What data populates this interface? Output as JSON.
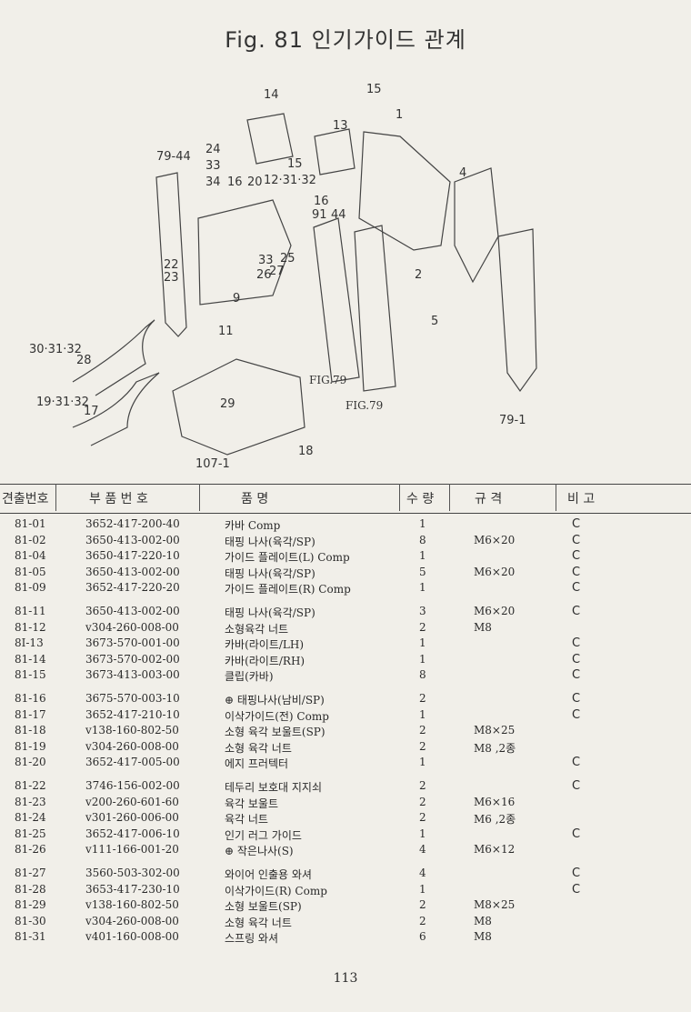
{
  "page": {
    "title": "Fig. 81  인기가이드 관계",
    "page_number": "113"
  },
  "diagram": {
    "callouts": [
      "14",
      "15",
      "13",
      "1",
      "79-44",
      "24",
      "33",
      "15",
      "16",
      "34",
      "20",
      "12·31·32",
      "16",
      "91",
      "44",
      "4",
      "22",
      "23",
      "33",
      "25",
      "26",
      "27",
      "2",
      "9",
      "5",
      "11",
      "30·31·32",
      "28",
      "19·31·32",
      "17",
      "29",
      "18",
      "107-1",
      "79-1"
    ],
    "figure_refs": [
      "FIG.79",
      "FIG.79"
    ]
  },
  "table": {
    "headers": {
      "no": "견출번호",
      "part": "부 품 번 호",
      "name": "품 명",
      "qty": "수 량",
      "spec": "규 격",
      "note": "비 고"
    },
    "rows": [
      {
        "no": "81-01",
        "part": "3652-417-200-40",
        "name": "카바 Comp",
        "qty": "1",
        "spec": "",
        "note": "C"
      },
      {
        "no": "81-02",
        "part": "3650-413-002-00",
        "name": "태핑 나사(육각/SP)",
        "qty": "8",
        "spec": "M6×20",
        "note": "C"
      },
      {
        "no": "81-04",
        "part": "3650-417-220-10",
        "name": "가이드 플레이트(L) Comp",
        "qty": "1",
        "spec": "",
        "note": "C"
      },
      {
        "no": "81-05",
        "part": "3650-413-002-00",
        "name": "태핑 나사(육각/SP)",
        "qty": "5",
        "spec": "M6×20",
        "note": "C"
      },
      {
        "no": "81-09",
        "part": "3652-417-220-20",
        "name": "가이드 플레이트(R) Comp",
        "qty": "1",
        "spec": "",
        "note": "C"
      },
      {
        "no": "81-11",
        "part": "3650-413-002-00",
        "name": "태핑 나사(육각/SP)",
        "qty": "3",
        "spec": "M6×20",
        "note": "C"
      },
      {
        "no": "81-12",
        "part": "v304-260-008-00",
        "name": "소형육각 너트",
        "qty": "2",
        "spec": "M8",
        "note": ""
      },
      {
        "no": "8I-13",
        "part": "3673-570-001-00",
        "name": "카바(라이트/LH)",
        "qty": "1",
        "spec": "",
        "note": "C"
      },
      {
        "no": "81-14",
        "part": "3673-570-002-00",
        "name": "카바(라이트/RH)",
        "qty": "1",
        "spec": "",
        "note": "C"
      },
      {
        "no": "81-15",
        "part": "3673-413-003-00",
        "name": "클립(카바)",
        "qty": "8",
        "spec": "",
        "note": "C"
      },
      {
        "no": "81-16",
        "part": "3675-570-003-10",
        "name": "⊕ 태핑나사(남비/SP)",
        "qty": "2",
        "spec": "",
        "note": "C"
      },
      {
        "no": "81-17",
        "part": "3652-417-210-10",
        "name": "이삭가이드(전) Comp",
        "qty": "1",
        "spec": "",
        "note": "C"
      },
      {
        "no": "81-18",
        "part": "v138-160-802-50",
        "name": "소형 육각 보울트(SP)",
        "qty": "2",
        "spec": "M8×25",
        "note": ""
      },
      {
        "no": "81-19",
        "part": "v304-260-008-00",
        "name": "소형 육각 너트",
        "qty": "2",
        "spec": "M8 ,2종",
        "note": ""
      },
      {
        "no": "81-20",
        "part": "3652-417-005-00",
        "name": "에지 프러텍터",
        "qty": "1",
        "spec": "",
        "note": "C"
      },
      {
        "no": "81-22",
        "part": "3746-156-002-00",
        "name": "테두리 보호대 지지쇠",
        "qty": "2",
        "spec": "",
        "note": "C"
      },
      {
        "no": "81-23",
        "part": "v200-260-601-60",
        "name": "육각 보울트",
        "qty": "2",
        "spec": "M6×16",
        "note": ""
      },
      {
        "no": "81-24",
        "part": "v301-260-006-00",
        "name": "육각 너트",
        "qty": "2",
        "spec": "M6 ,2종",
        "note": ""
      },
      {
        "no": "81-25",
        "part": "3652-417-006-10",
        "name": "인기 러그 가이드",
        "qty": "1",
        "spec": "",
        "note": "C"
      },
      {
        "no": "81-26",
        "part": "v111-166-001-20",
        "name": "⊕ 작은나사(S)",
        "qty": "4",
        "spec": "M6×12",
        "note": ""
      },
      {
        "no": "81-27",
        "part": "3560-503-302-00",
        "name": "와이어 인출용 와셔",
        "qty": "4",
        "spec": "",
        "note": "C"
      },
      {
        "no": "81-28",
        "part": "3653-417-230-10",
        "name": "이삭가이드(R) Comp",
        "qty": "1",
        "spec": "",
        "note": "C"
      },
      {
        "no": "81-29",
        "part": "v138-160-802-50",
        "name": "소형 보울트(SP)",
        "qty": "2",
        "spec": "M8×25",
        "note": ""
      },
      {
        "no": "81-30",
        "part": "v304-260-008-00",
        "name": "소형 육각 너트",
        "qty": "2",
        "spec": "M8",
        "note": ""
      },
      {
        "no": "81-31",
        "part": "v401-160-008-00",
        "name": "스프링 와셔",
        "qty": "6",
        "spec": "M8",
        "note": ""
      }
    ]
  }
}
